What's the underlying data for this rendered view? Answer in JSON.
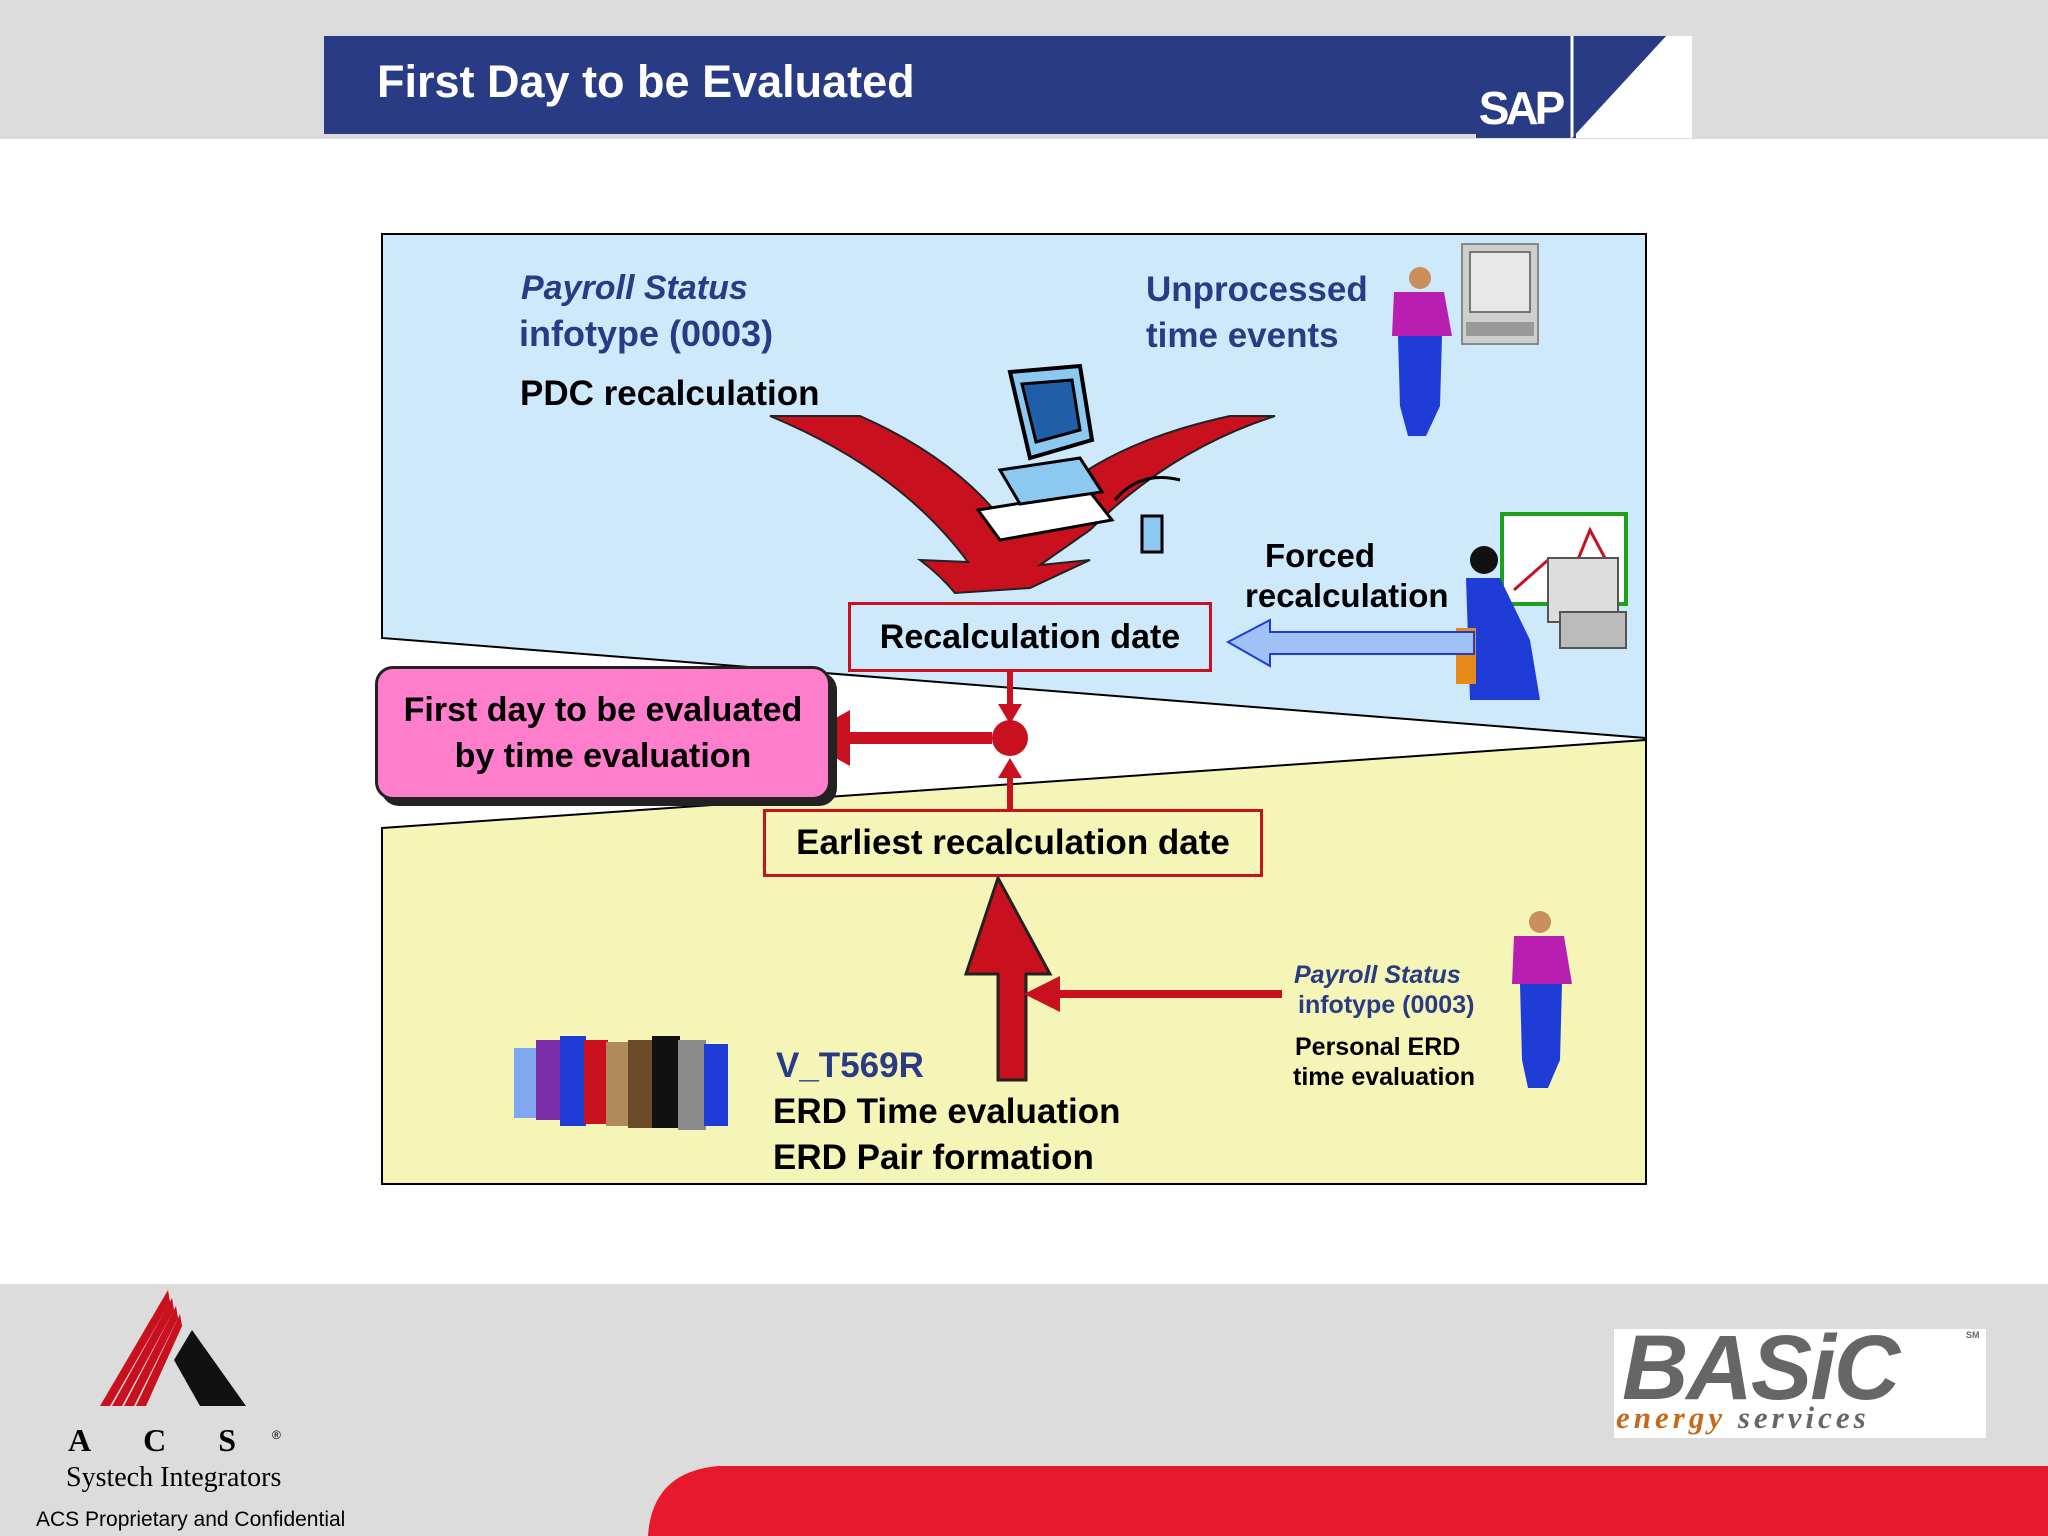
{
  "slide": {
    "title": "First Day to be Evaluated",
    "sap_logo_text": "SAP"
  },
  "diagram": {
    "payroll_status_top": "Payroll Status",
    "infotype_top": "infotype (0003)",
    "pdc_recalculation": "PDC recalculation",
    "unprocessed_line1": "Unprocessed",
    "unprocessed_line2": "time events",
    "forced_line1": "Forced",
    "forced_line2": "recalculation",
    "recalculation_date": "Recalculation date",
    "first_day_line1": "First day to be evaluated",
    "first_day_line2": "by time evaluation",
    "earliest_recalculation_date": "Earliest recalculation date",
    "v_t569r": "V_T569R",
    "erd_time_evaluation": "ERD Time evaluation",
    "erd_pair_formation": "ERD Pair formation",
    "payroll_status_bottom": "Payroll Status",
    "infotype_bottom": "infotype (0003)",
    "personal_erd": "Personal ERD",
    "time_evaluation": "time evaluation"
  },
  "footer": {
    "acs_letters": "ACS",
    "acs_registered": "®",
    "acs_subtitle": "Systech Integrators",
    "confidential": "ACS Proprietary and Confidential",
    "basic_main": "BASiC",
    "basic_sm": "SM",
    "basic_sub_1": "energy",
    "basic_sub_2": "services"
  },
  "colors": {
    "title_bar": "#2a3b85",
    "top_region": "#cde9fb",
    "bottom_region": "#f6f5b8",
    "arrow_red": "#c8101e",
    "pink_box": "#ff7ecb",
    "footer_red": "#e8192c"
  },
  "icons": [
    "computer-icon",
    "time-clock-terminal-icon",
    "person-icon",
    "woman-at-computer-icon",
    "group-of-people-icon",
    "acs-logo-icon",
    "basic-logo-icon"
  ]
}
